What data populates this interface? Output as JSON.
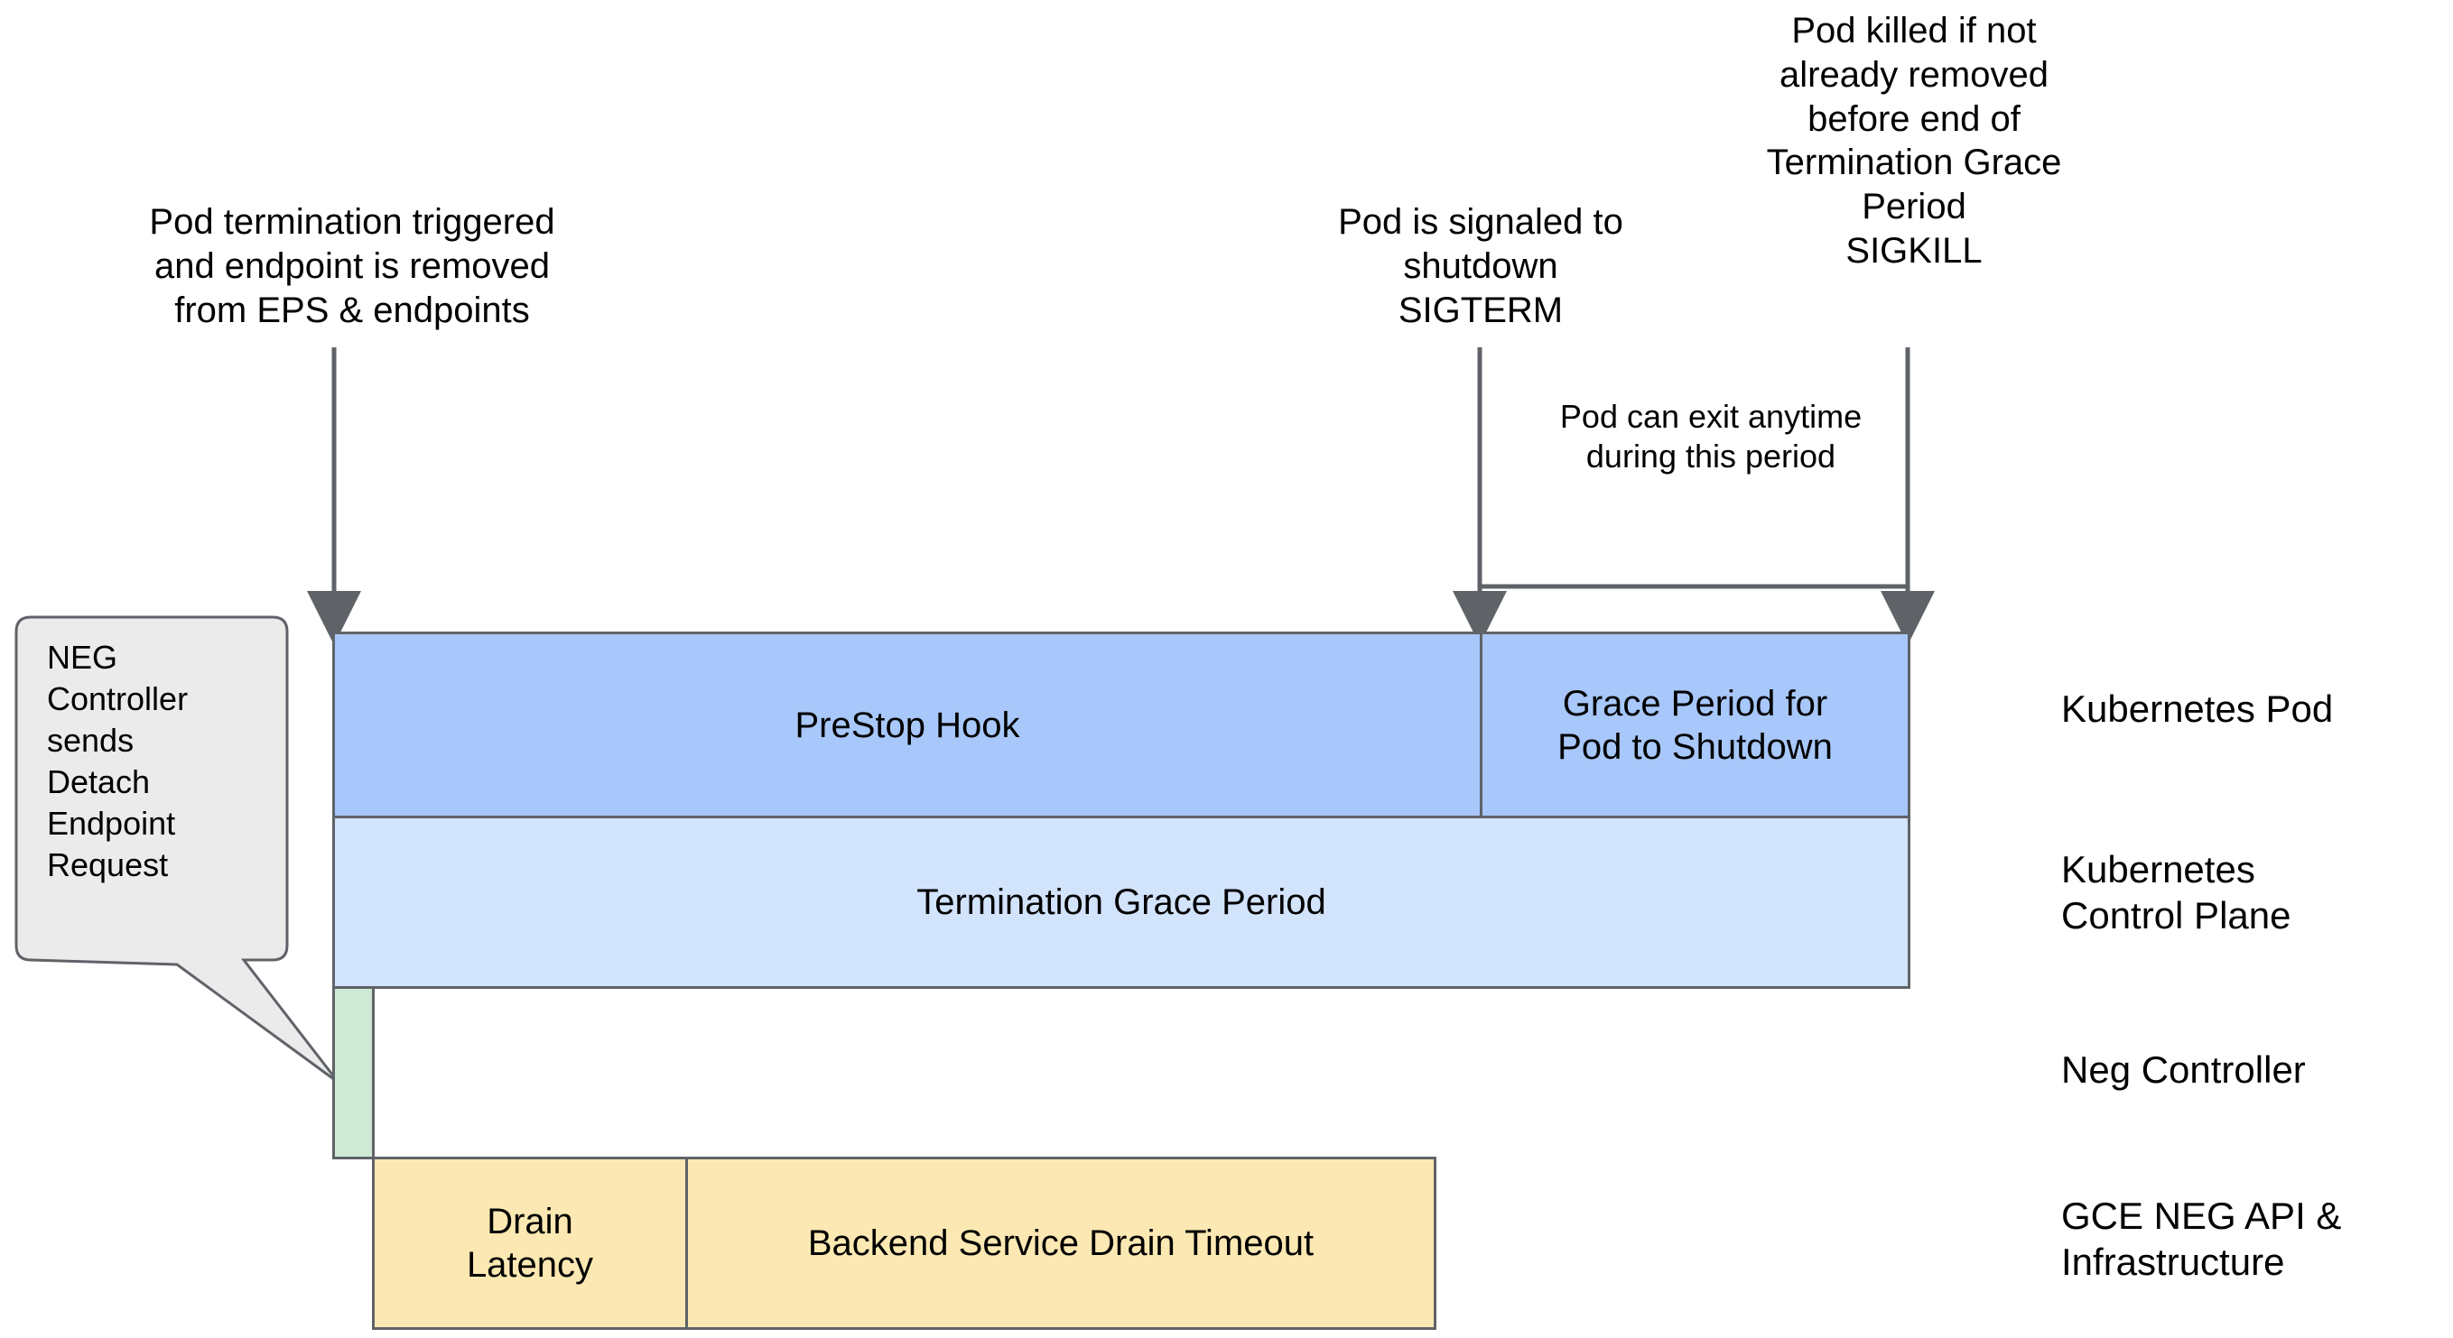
{
  "diagram": {
    "title": "Kubernetes Pod termination and NEG endpoint drain timeline",
    "annotations": {
      "pod_termination": "Pod termination triggered and endpoint is removed from EPS & endpoints",
      "sigterm": "Pod is signaled to shutdown SIGTERM",
      "sigkill": "Pod killed if not already removed before end of Termination Grace Period SIGKILL",
      "pod_exit": "Pod can exit anytime during this period"
    },
    "annotation_lines": {
      "pod_termination": [
        "Pod termination triggered",
        "and endpoint is removed",
        "from EPS & endpoints"
      ],
      "sigterm": [
        "Pod is signaled to",
        "shutdown",
        "SIGTERM"
      ],
      "sigkill": [
        "Pod killed if not",
        "already removed",
        "before end of",
        "Termination Grace",
        "Period",
        "SIGKILL"
      ],
      "pod_exit": [
        "Pod can exit anytime",
        "during this period"
      ]
    },
    "callout": {
      "text": "NEG Controller sends Detach Endpoint Request",
      "lines": [
        "NEG",
        "Controller",
        "sends",
        "Detach",
        "Endpoint",
        "Request"
      ]
    },
    "bars": [
      {
        "id": "prestop-hook",
        "label": "PreStop Hook",
        "color": "#a8c7fa",
        "lane": "kubernetes-pod"
      },
      {
        "id": "grace-period",
        "label": "Grace Period for Pod to Shutdown",
        "label_lines": [
          "Grace Period for",
          "Pod to Shutdown"
        ],
        "color": "#a8c7fa",
        "lane": "kubernetes-pod"
      },
      {
        "id": "termination-grace-period",
        "label": "Termination Grace Period",
        "color": "#d2e3fc",
        "lane": "kubernetes-control-plane"
      },
      {
        "id": "neg-controller-bar",
        "label": "",
        "color": "#ceead6",
        "lane": "neg-controller"
      },
      {
        "id": "drain-latency",
        "label": "Drain Latency",
        "label_lines": [
          "Drain",
          "Latency"
        ],
        "color": "#fce8b2",
        "lane": "gce-neg-api"
      },
      {
        "id": "backend-service-drain-timeout",
        "label": "Backend Service Drain Timeout",
        "color": "#fce8b2",
        "lane": "gce-neg-api"
      }
    ],
    "lanes": [
      {
        "id": "kubernetes-pod",
        "label": "Kubernetes Pod",
        "lines": [
          "Kubernetes Pod"
        ]
      },
      {
        "id": "kubernetes-control-plane",
        "label": "Kubernetes Control Plane",
        "lines": [
          "Kubernetes",
          "Control Plane"
        ]
      },
      {
        "id": "neg-controller",
        "label": "Neg Controller",
        "lines": [
          "Neg Controller"
        ]
      },
      {
        "id": "gce-neg-api",
        "label": "GCE NEG API & Infrastructure",
        "lines": [
          "GCE NEG API &",
          "Infrastructure"
        ]
      }
    ],
    "colors": {
      "stroke": "#5f6368",
      "prestop_blue": "#a8c7fa",
      "grace_blue": "#d2e3fc",
      "neg_green": "#ceead6",
      "drain_yellow": "#fce8b2",
      "callout_fill": "#ebebeb",
      "background": "#ffffff"
    }
  }
}
